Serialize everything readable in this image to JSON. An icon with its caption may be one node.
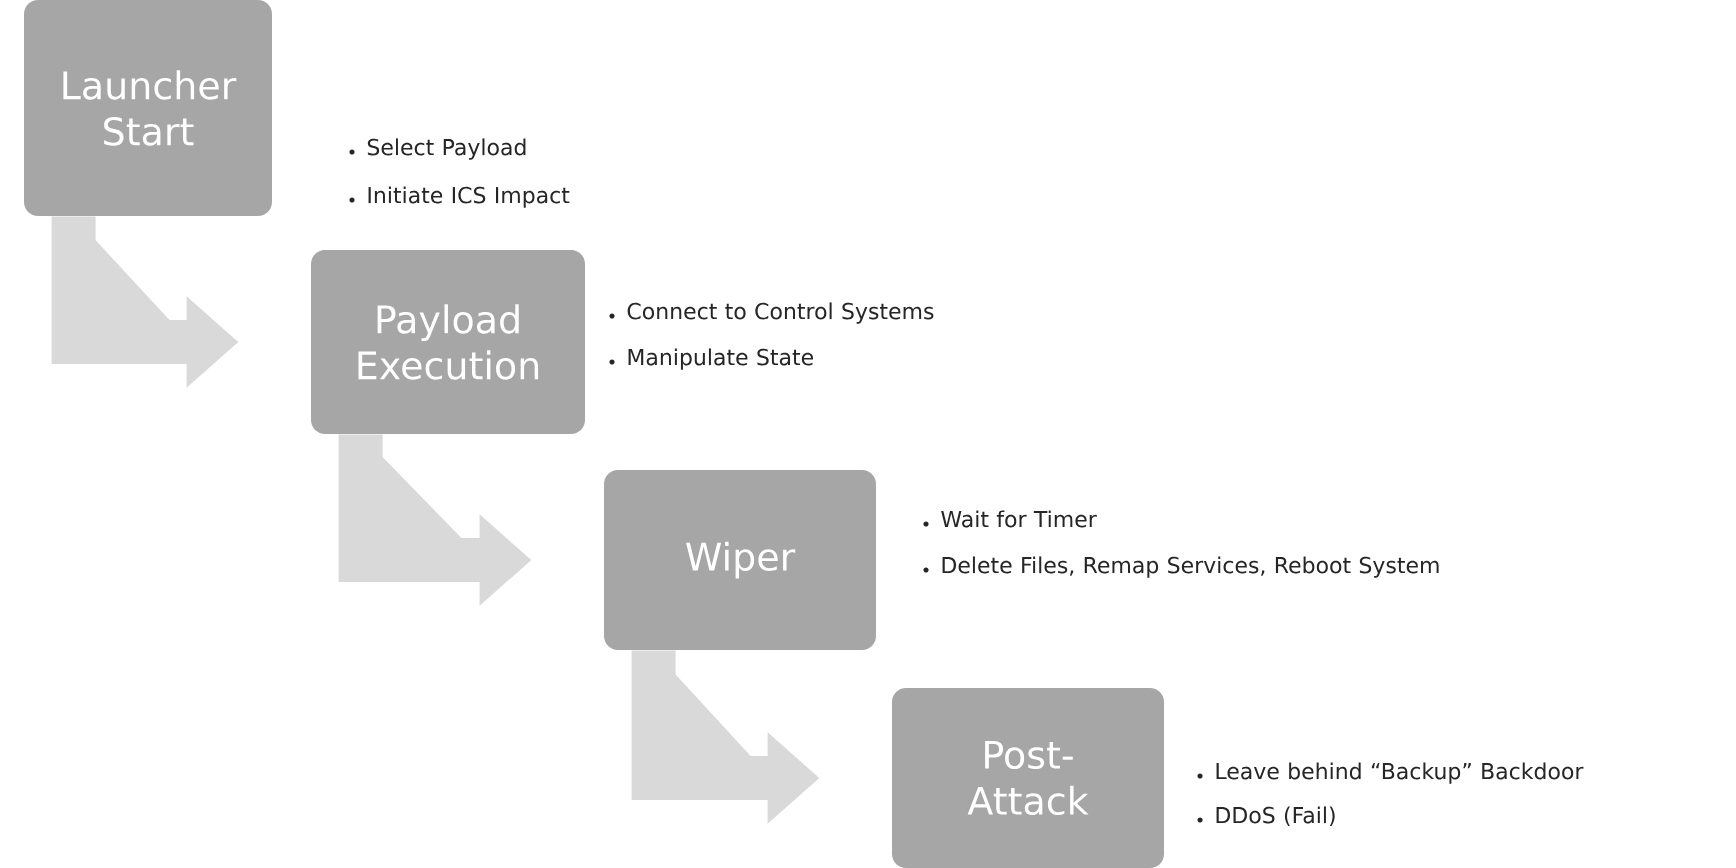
{
  "diagram": {
    "nodes": [
      {
        "text": [
          "Launcher Start"
        ],
        "beside": [
          "Select Payload",
          "Initiate ICS Impact"
        ]
      },
      {
        "text": [
          "Payload Execution"
        ],
        "beside": [
          "Connect to Control Systems",
          "Manipulate State"
        ]
      },
      {
        "text": [
          "Wiper"
        ],
        "beside": [
          "Wait for Timer",
          "Delete Files, Remap Services, Reboot System"
        ]
      },
      {
        "text": [
          "Post-Attack"
        ],
        "beside": [
          "Leave behind “Backup” Backdoor",
          "DDoS (Fail)"
        ]
      }
    ],
    "edges": [
      {
        "from": 0,
        "to": 1,
        "arrow": "to"
      },
      {
        "from": 1,
        "to": 2,
        "arrow": "to"
      },
      {
        "from": 2,
        "to": 3,
        "arrow": "to"
      }
    ]
  }
}
